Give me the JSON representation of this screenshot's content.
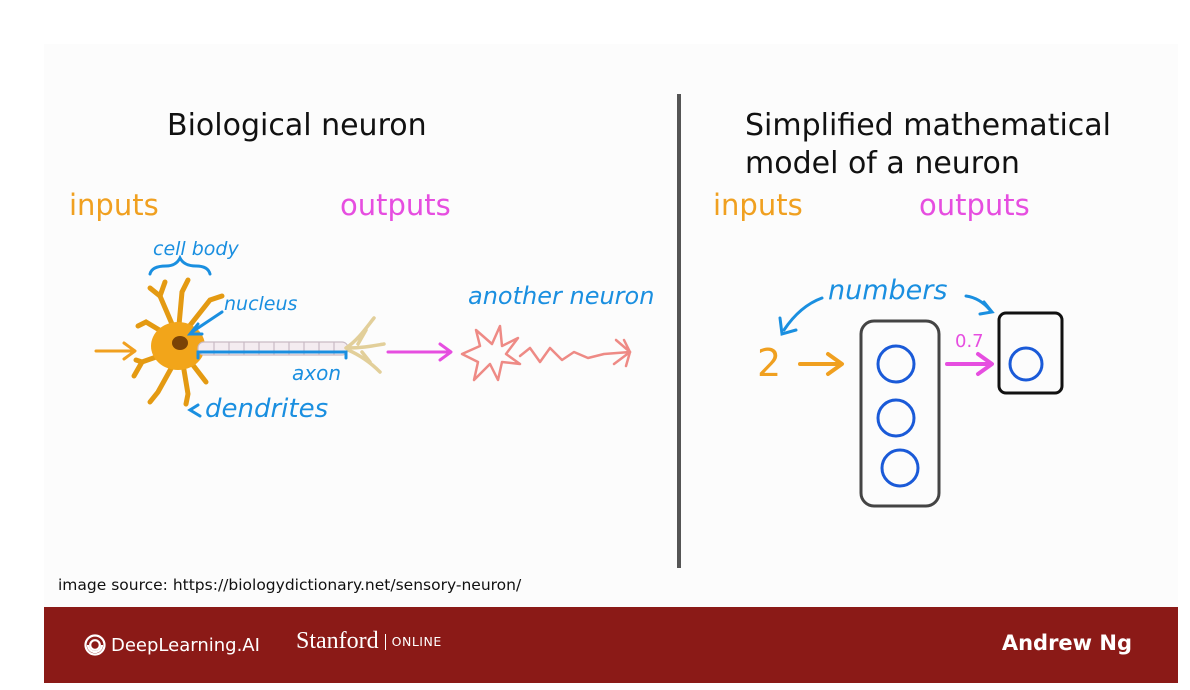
{
  "left_panel": {
    "title": "Biological neuron",
    "inputs_label": "inputs",
    "outputs_label": "outputs",
    "annotations": {
      "cell_body": "cell body",
      "nucleus": "nucleus",
      "axon": "axon",
      "dendrites": "dendrites",
      "another_neuron": "another neuron"
    }
  },
  "right_panel": {
    "title_line1": "Simplified mathematical",
    "title_line2": "model of a neuron",
    "inputs_label": "inputs",
    "outputs_label": "outputs",
    "annotations": {
      "numbers": "numbers",
      "input_value": "2",
      "output_value": "0.7"
    }
  },
  "image_source": "image source: https://biologydictionary.net/sensory-neuron/",
  "footer": {
    "brand_deeplearning": "DeepLearning.AI",
    "brand_stanford": "Stanford",
    "brand_online": "ONLINE",
    "author": "Andrew Ng"
  },
  "colors": {
    "inputs": "#f0a020",
    "outputs": "#e64ee0",
    "annotation": "#1a8fe0",
    "neuron_body": "#f2a51a",
    "other_neuron": "#ee8a85",
    "footer_bg": "#8b1a17"
  }
}
